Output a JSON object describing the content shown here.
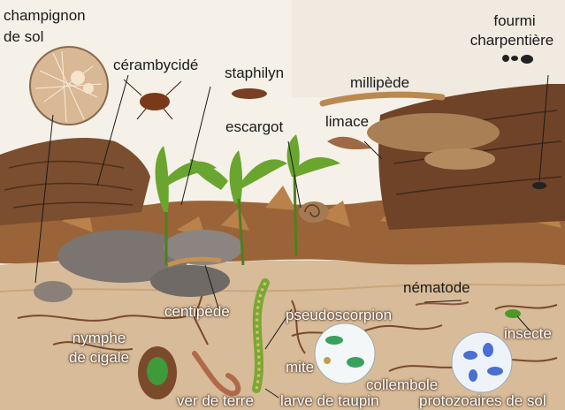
{
  "colors": {
    "sky": "#f5f1e8",
    "soil": "#d8bb98",
    "soil_dark": "#c9a57c",
    "litter": "#8a5a36",
    "leaf_green": "#5f9a2a",
    "mushroom": "#8c6a4f",
    "label_text": "#1a1a1a"
  },
  "labels": {
    "champignon": [
      "champignon",
      "de sol"
    ],
    "cerambycide": "cérambycidé",
    "staphilyn": "staphilyn",
    "escargot": "escargot",
    "millipede": "millipède",
    "limace": "limace",
    "fourmi": [
      "fourmi",
      "charpentière"
    ],
    "centipede": "centipède",
    "nematode": "nématode",
    "pseudoscorpion": "pseudoscorpion",
    "nymphe": [
      "nymphe",
      "de cigale"
    ],
    "insecte": "insecte",
    "mite": "mite",
    "collembole": "collembole",
    "ver_de_terre": "ver de terre",
    "larve_de_taupin": "larve de taupin",
    "protozoaires": "protozoaires de sol"
  }
}
